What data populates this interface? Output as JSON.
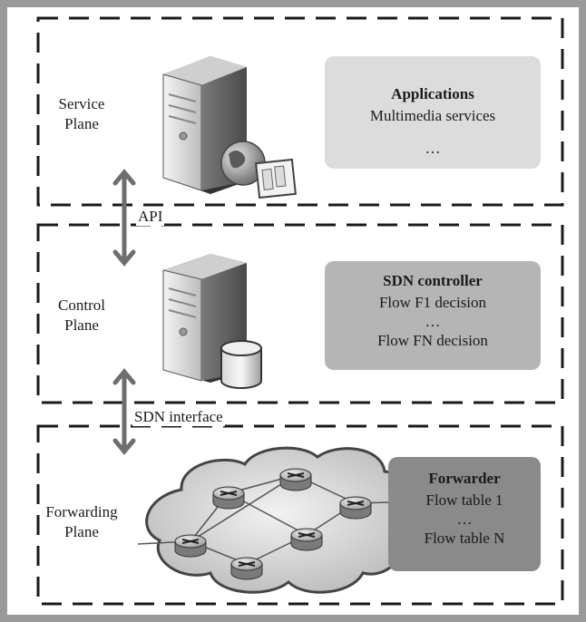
{
  "planes": {
    "service": {
      "label_line1": "Service",
      "label_line2": "Plane"
    },
    "control": {
      "label_line1": "Control",
      "label_line2": "Plane"
    },
    "forwarding": {
      "label_line1": "Forwarding",
      "label_line2": "Plane"
    }
  },
  "interfaces": {
    "api": "API",
    "sdn": "SDN interface"
  },
  "boxes": {
    "applications": {
      "title": "Applications",
      "line1": "Multimedia services",
      "line2": "…"
    },
    "controller": {
      "title": "SDN controller",
      "line1": "Flow F1 decision",
      "line2": "…",
      "line3": "Flow FN decision"
    },
    "forwarder": {
      "title": "Forwarder",
      "line1": "Flow table 1",
      "line2": "…",
      "line3": "Flow table N"
    }
  },
  "colors": {
    "frame": "#9a9a9a",
    "dash": "#1a1a1a",
    "applications_box": "#dcdcdc",
    "controller_box": "#b5b5b5",
    "forwarder_box": "#8a8a8a",
    "arrow": "#6e6e6e"
  }
}
